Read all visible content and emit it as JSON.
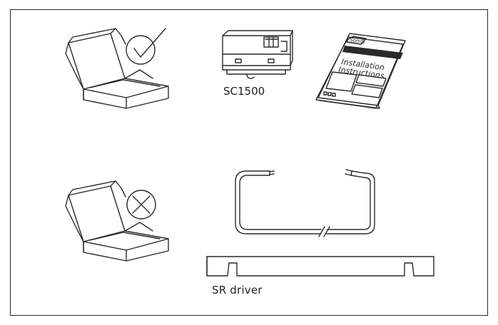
{
  "contents": {
    "controller": {
      "label": "SC1500"
    },
    "manual": {
      "title_line1": "Installation",
      "title_line2": "Instructions",
      "brand": "Somfy"
    },
    "driver": {
      "label": "SR driver"
    }
  },
  "status": {
    "included": "check-mark",
    "not_included": "cross-mark"
  },
  "colors": {
    "line": "#2a2a2a",
    "frame": "#2a2a2a",
    "background": "#ffffff"
  }
}
